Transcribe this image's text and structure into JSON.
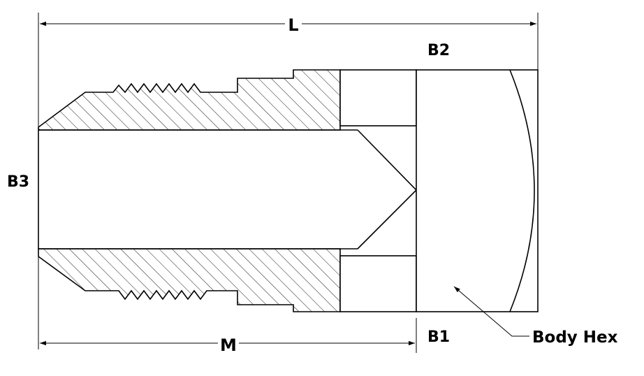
{
  "labels": {
    "L": "L",
    "M": "M",
    "B1": "B1",
    "B2": "B2",
    "B3": "B3",
    "body_hex": "Body Hex"
  }
}
